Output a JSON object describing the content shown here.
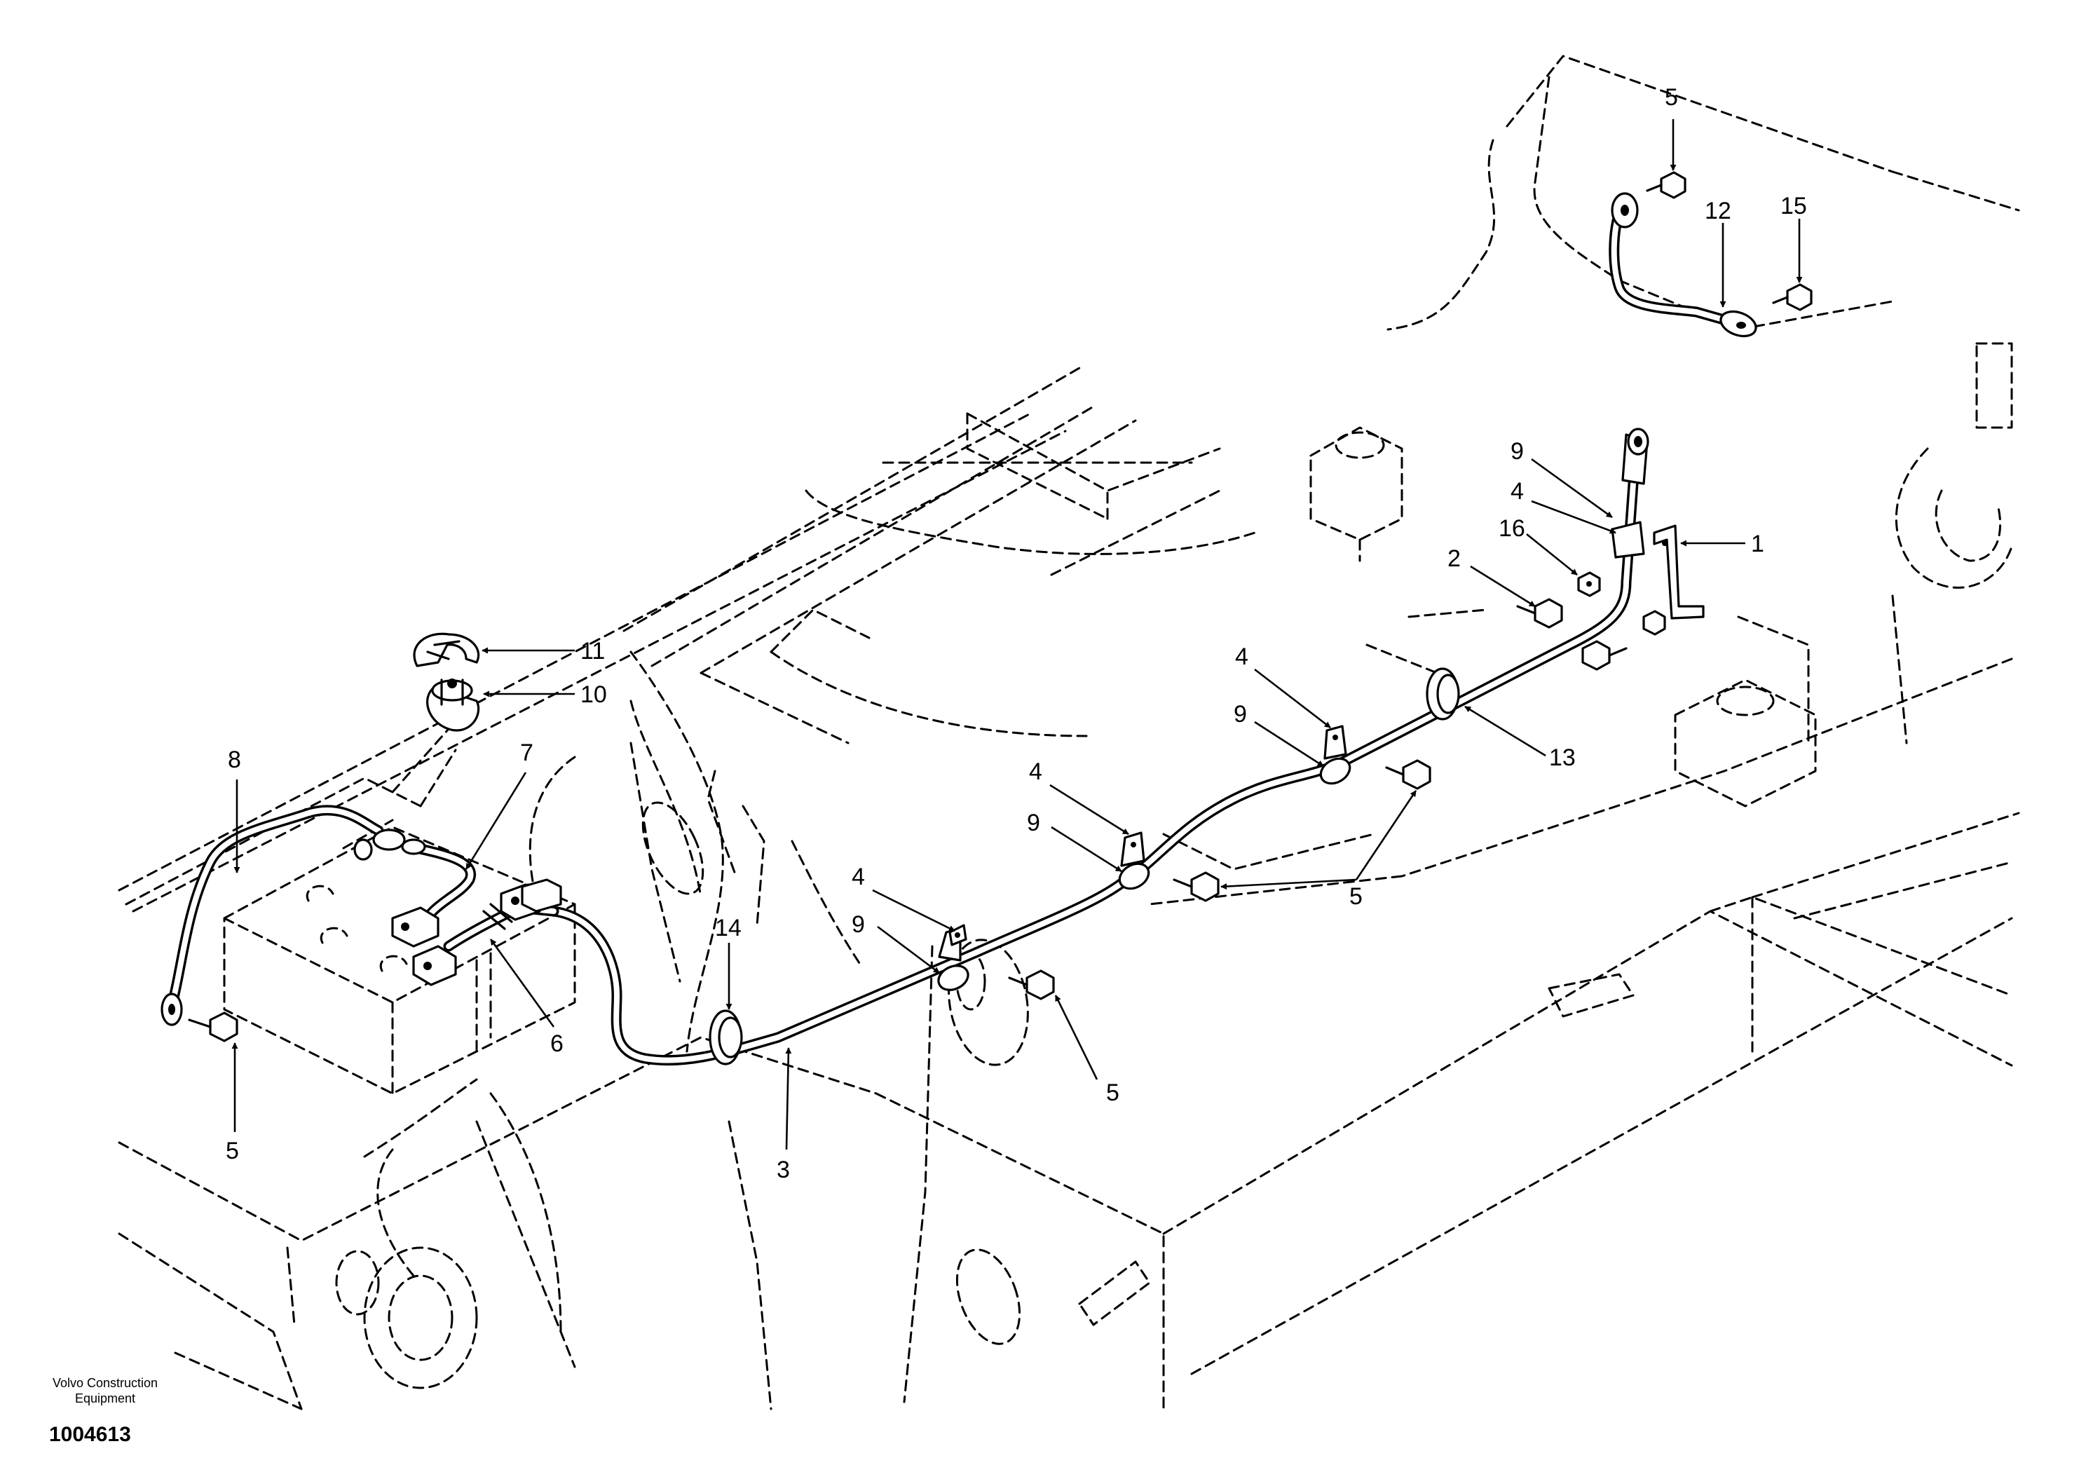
{
  "footer": {
    "company_line1": "Volvo Construction",
    "company_line2": "Equipment",
    "figure_number": "1004613"
  },
  "callouts": {
    "c1": "1",
    "c2": "2",
    "c3": "3",
    "c4a": "4",
    "c4b": "4",
    "c4c": "4",
    "c4d": "4",
    "c5a": "5",
    "c5b": "5",
    "c5c": "5",
    "c5d": "5",
    "c6": "6",
    "c7": "7",
    "c8": "8",
    "c9a": "9",
    "c9b": "9",
    "c9c": "9",
    "c9d": "9",
    "c10": "10",
    "c11": "11",
    "c12": "12",
    "c13": "13",
    "c14": "14",
    "c15": "15",
    "c16": "16"
  }
}
